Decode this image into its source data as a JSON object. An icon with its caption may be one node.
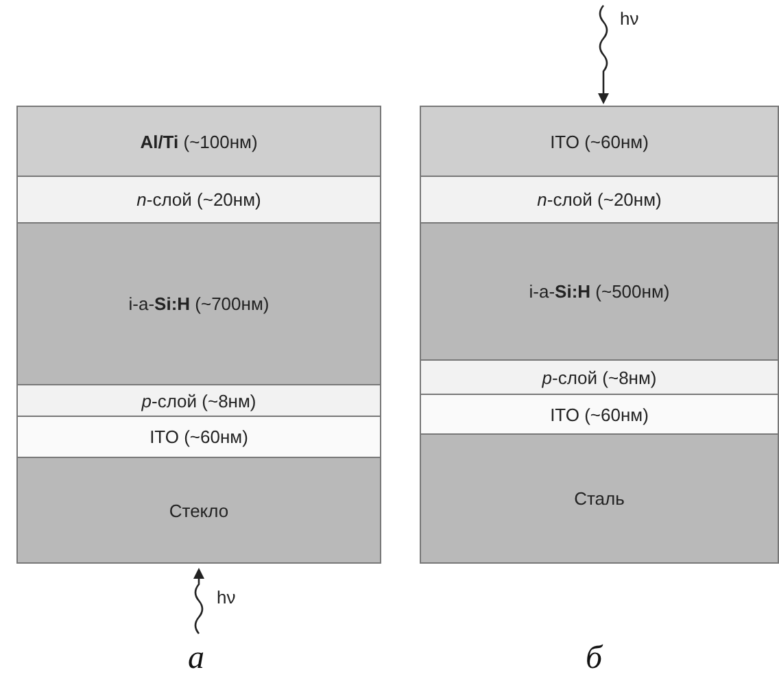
{
  "diagram": {
    "nodes": [
      {
        "text": [
          "**Al/Ti** (~100нм)"
        ]
      },
      {
        "text": [
          "*n*-слой (~20нм)"
        ]
      },
      {
        "text": [
          "i-a-**Si:H** (~700нм)"
        ]
      },
      {
        "text": [
          "*p*-слой (~8нм)"
        ]
      },
      {
        "text": [
          "ITO (~60нм)"
        ]
      },
      {
        "text": [
          "Стекло"
        ]
      },
      {
        "text": [
          "ITO (~60нм)"
        ]
      },
      {
        "text": [
          "*n*-слой (~20нм)"
        ]
      },
      {
        "text": [
          "i-a-**Si:H** (~500нм)"
        ]
      },
      {
        "text": [
          "*p*-слой (~8нм)"
        ]
      },
      {
        "text": [
          "ITO (~60нм)"
        ]
      },
      {
        "text": [
          "Сталь"
        ]
      }
    ],
    "labels": [
      "hν",
      "hν",
      "а",
      "б"
    ]
  }
}
